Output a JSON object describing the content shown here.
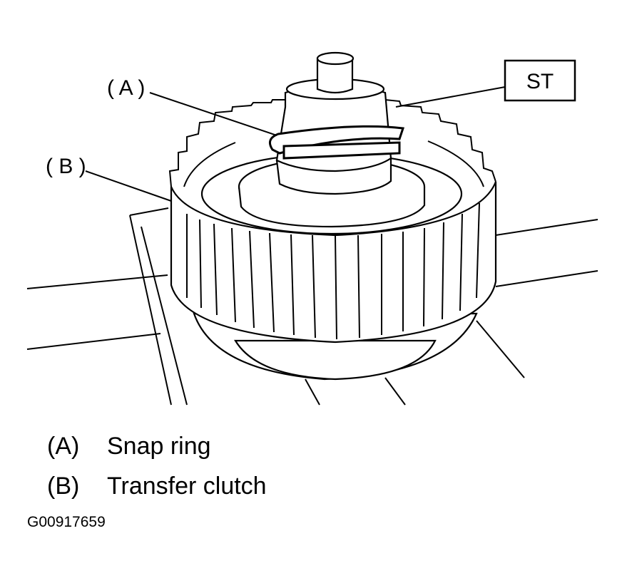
{
  "diagram": {
    "callouts": {
      "a": "( A )",
      "b": "( B )",
      "st": "ST"
    },
    "legend": [
      {
        "key": "(A)",
        "label": "Snap ring"
      },
      {
        "key": "(B)",
        "label": "Transfer clutch"
      }
    ],
    "figure_id": "G00917659"
  }
}
